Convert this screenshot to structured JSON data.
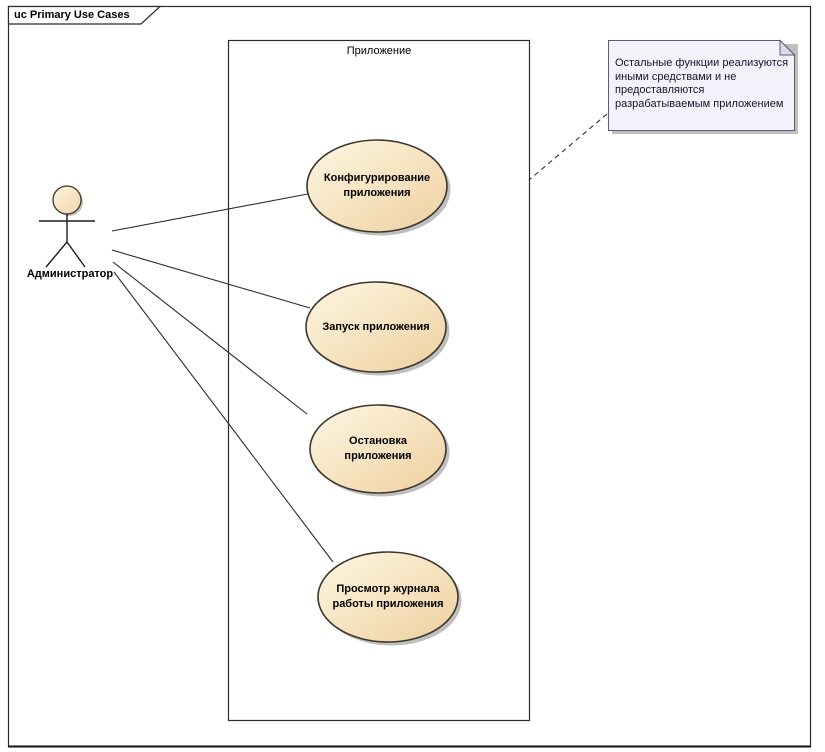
{
  "frame": {
    "label": "uc Primary Use Cases"
  },
  "system_boundary": {
    "label": "Приложение"
  },
  "actor": {
    "label": "Администратор"
  },
  "use_cases": [
    {
      "label": "Конфигурирование приложения"
    },
    {
      "label": "Запуск приложения"
    },
    {
      "label": "Остановка приложения"
    },
    {
      "label": "Просмотр журнала работы приложения"
    }
  ],
  "note": {
    "lines": [
      "Остальные функции реализуются",
      "иными средствами и не",
      "предоставляются",
      "разрабатываемым приложением"
    ]
  },
  "colors": {
    "use_case_fill_light": "#fdf5e1",
    "use_case_fill_dark": "#eecfa0",
    "use_case_border": "#3c372c",
    "note_fill": "#f3f2fb",
    "note_fold": "#dcdaeb",
    "note_border": "#5c5c70",
    "shadow": "#bfbfbf",
    "connector": "#2e2e2e",
    "frame_border": "#2b2b2b",
    "background": "#ffffff"
  }
}
